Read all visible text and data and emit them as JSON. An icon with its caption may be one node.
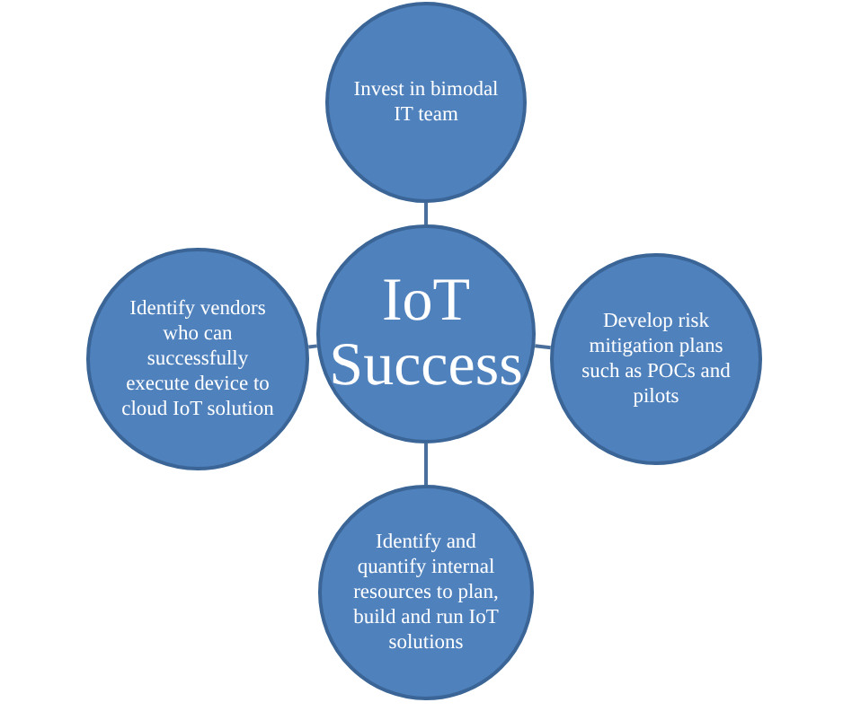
{
  "diagram": {
    "nodes": [
      {
        "text": [
          "Invest in bimodal IT team"
        ]
      },
      {
        "text": [
          "Identify vendors who can successfully execute device to cloud IoT solution"
        ]
      },
      {
        "text": [
          "IoT Success"
        ]
      },
      {
        "text": [
          "Develop risk mitigation plans such as POCs and pilots"
        ]
      },
      {
        "text": [
          "Identify and quantify internal resources to plan, build and run IoT solutions"
        ]
      }
    ],
    "edges": [
      {
        "from": 2,
        "to": 0,
        "arrow": "none"
      },
      {
        "from": 2,
        "to": 1,
        "arrow": "none"
      },
      {
        "from": 2,
        "to": 3,
        "arrow": "none"
      },
      {
        "from": 2,
        "to": 4,
        "arrow": "none"
      }
    ]
  }
}
